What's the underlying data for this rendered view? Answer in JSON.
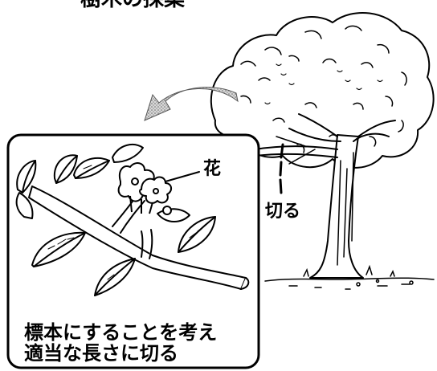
{
  "title": "樹木の採集",
  "labels": {
    "flower": "花",
    "cut": "切る"
  },
  "caption": {
    "line1": "標本にすることを考え",
    "line2": "適当な長さに切る"
  },
  "icons": [
    "tree-icon",
    "branch-icon",
    "flower-icon",
    "curved-arrow-icon",
    "cut-line-icon",
    "ground-icon"
  ],
  "colors": {
    "ink": "#000000",
    "arrow": "#9a9a9a",
    "paper": "#ffffff"
  }
}
